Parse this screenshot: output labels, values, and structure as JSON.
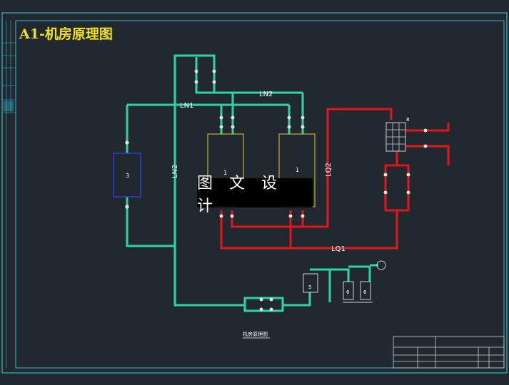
{
  "drawing": {
    "title": "A1-机房原理图",
    "subtitle": "机房原理图",
    "watermark": "图 文 设 计"
  },
  "pipe_labels": {
    "ln1": "LN1",
    "ln2_top": "LN2",
    "ln2_side": "LN2",
    "lq1": "LQ1",
    "lq2": "LQ2"
  },
  "equipment": {
    "pump": "3",
    "chiller_a": "1",
    "chiller_b": "1",
    "tank": "5",
    "softener_a": "6",
    "softener_b": "6",
    "tower": "8"
  },
  "colors": {
    "background": "#212830",
    "frame": "#35b8c8",
    "chilled_water": "#2fd3a8",
    "cooling_water": "#e01818",
    "pipe_label": "#ffffff",
    "title": "#f0e020",
    "chiller": "#e0d030",
    "pump_box": "#3040d0"
  }
}
